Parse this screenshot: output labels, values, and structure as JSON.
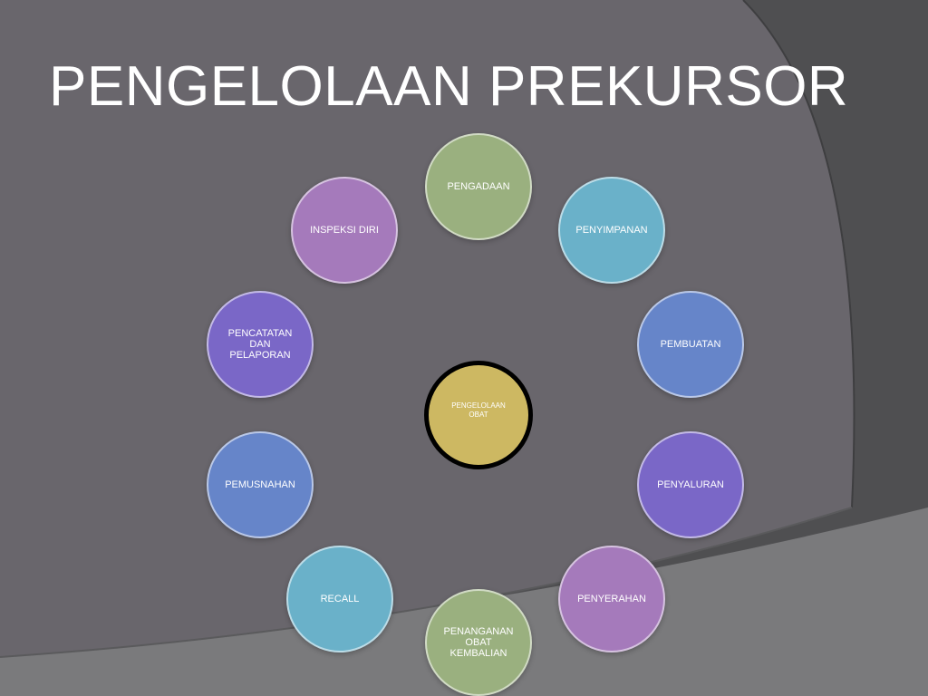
{
  "slide": {
    "title": "PENGELOLAAN PREKURSOR"
  },
  "diagram": {
    "center": {
      "label": "PENGELOLAAN\nOBAT",
      "color": "#cdb862",
      "border_color": "#000000"
    },
    "nodes": [
      {
        "id": "pengadaan",
        "label": "PENGADAAN",
        "color": "#9ab07f"
      },
      {
        "id": "penyimpanan",
        "label": "PENYIMPANAN",
        "color": "#6ab1c9"
      },
      {
        "id": "pembuatan",
        "label": "PEMBUATAN",
        "color": "#6685c9"
      },
      {
        "id": "penyaluran",
        "label": "PENYALURAN",
        "color": "#7a67c7"
      },
      {
        "id": "penyerahan",
        "label": "PENYERAHAN",
        "color": "#a57abb"
      },
      {
        "id": "penanganan",
        "label": "PENANGANAN\nOBAT\nKEMBALIAN",
        "color": "#9ab07f"
      },
      {
        "id": "recall",
        "label": "RECALL",
        "color": "#6ab1c9"
      },
      {
        "id": "pemusnahan",
        "label": "PEMUSNAHAN",
        "color": "#6685c9"
      },
      {
        "id": "pencatatan",
        "label": "PENCATATAN\nDAN\nPELAPORAN",
        "color": "#7a67c7"
      },
      {
        "id": "inspeksi",
        "label": "INSPEKSI DIRI",
        "color": "#a57abb"
      }
    ]
  },
  "theme": {
    "panel_color": "#69666c",
    "background_color": "#4f4f51",
    "band_color": "#7a7a7c"
  }
}
